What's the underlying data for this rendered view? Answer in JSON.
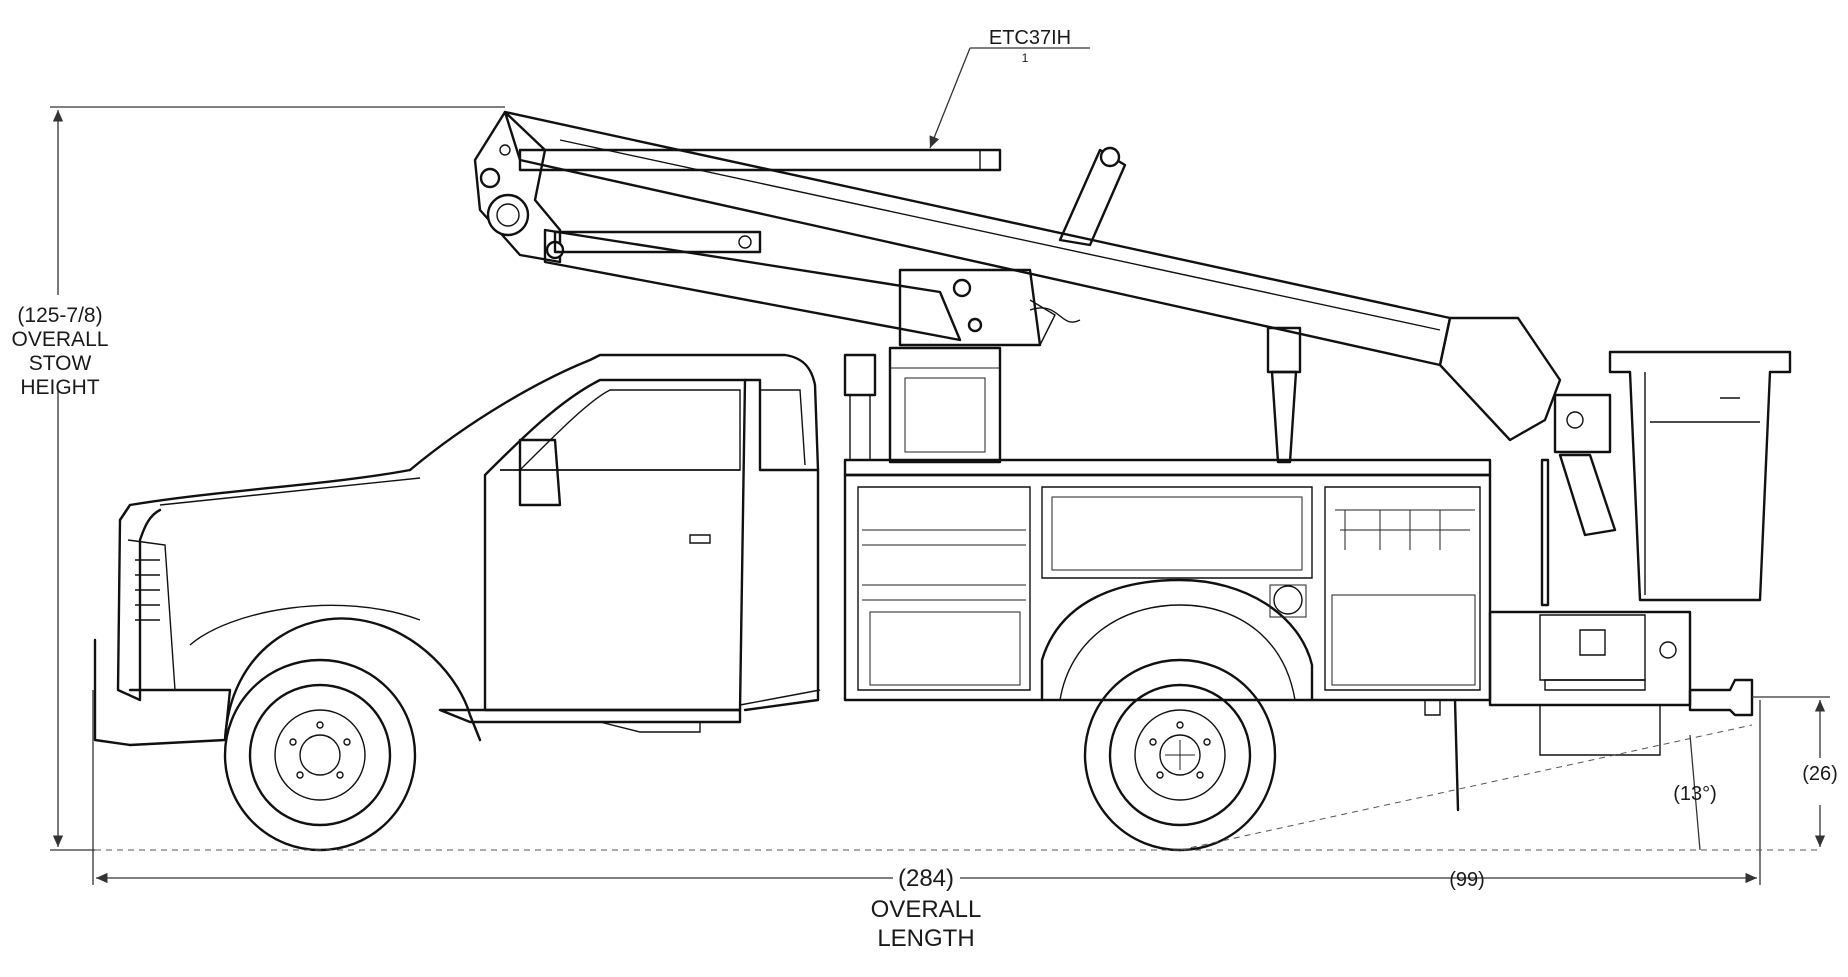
{
  "model_label": {
    "text": "ETC37IH",
    "index": "1"
  },
  "dimensions": {
    "stow_height": {
      "value": "(125-7/8)",
      "lines": [
        "OVERALL",
        "STOW",
        "HEIGHT"
      ]
    },
    "overall_length": {
      "value": "(284)",
      "lines": [
        "OVERALL",
        "LENGTH"
      ]
    },
    "rear_overhang": "(99)",
    "departure_angle": "(13°)",
    "rear_height": "(26)"
  }
}
